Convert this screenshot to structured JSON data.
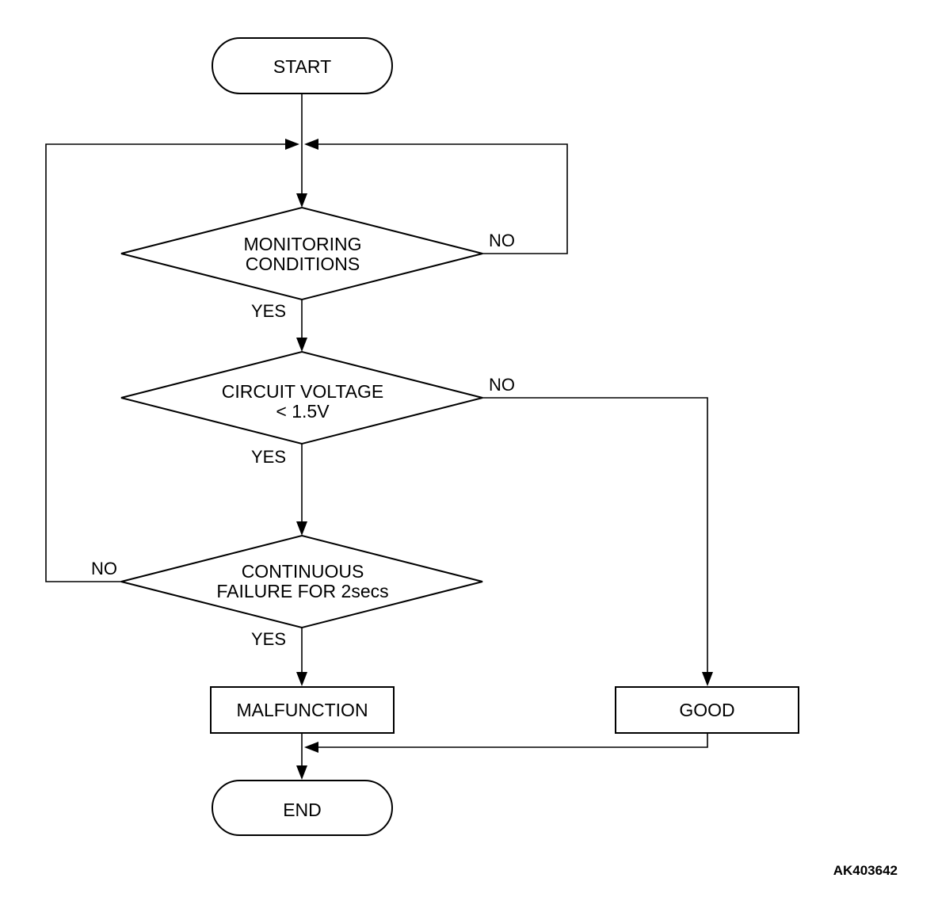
{
  "nodes": {
    "start": "START",
    "monitoring": [
      "MONITORING",
      "CONDITIONS"
    ],
    "voltage": [
      "CIRCUIT VOLTAGE",
      "< 1.5V"
    ],
    "continuous": [
      "CONTINUOUS",
      "FAILURE FOR 2secs"
    ],
    "malfunction": "MALFUNCTION",
    "good": "GOOD",
    "end": "END"
  },
  "branches": {
    "monitoring_no": "NO",
    "monitoring_yes": "YES",
    "voltage_no": "NO",
    "voltage_yes": "YES",
    "continuous_no": "NO",
    "continuous_yes": "YES"
  },
  "figure_id": "AK403642"
}
